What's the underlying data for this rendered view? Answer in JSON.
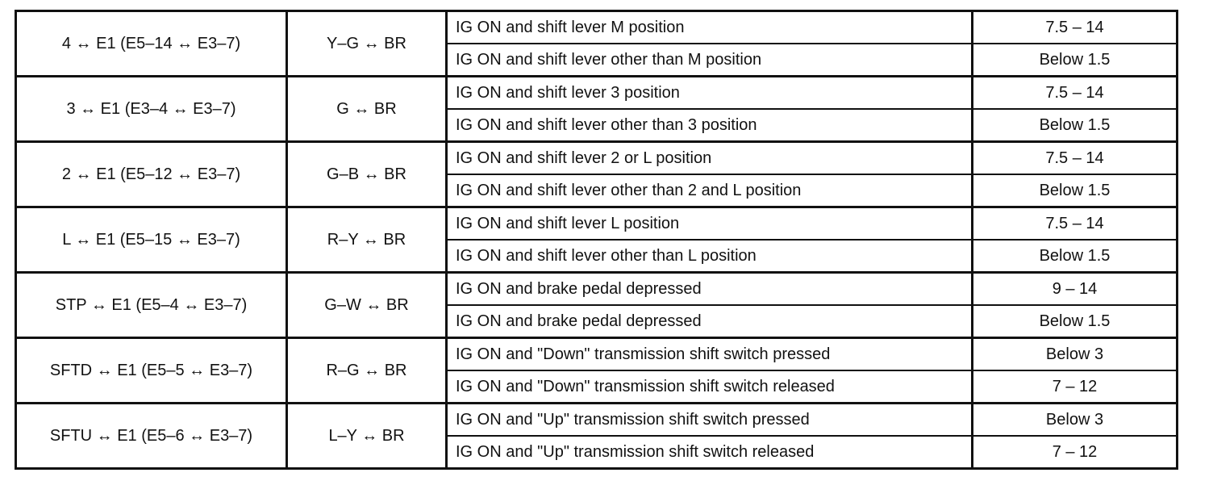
{
  "table": {
    "groups": [
      {
        "terminal": "4 ↔ E1 (E5–14 ↔ E3–7)",
        "wire": "Y–G ↔ BR",
        "rows": [
          {
            "condition": "IG ON and shift lever M position",
            "value": "7.5 – 14"
          },
          {
            "condition": "IG ON and shift lever other than M position",
            "value": "Below 1.5"
          }
        ]
      },
      {
        "terminal": "3 ↔ E1 (E3–4 ↔ E3–7)",
        "wire": "G ↔ BR",
        "rows": [
          {
            "condition": "IG ON and shift lever 3 position",
            "value": "7.5 – 14"
          },
          {
            "condition": "IG ON and shift lever other than 3 position",
            "value": "Below 1.5"
          }
        ]
      },
      {
        "terminal": "2 ↔ E1 (E5–12 ↔ E3–7)",
        "wire": "G–B ↔ BR",
        "rows": [
          {
            "condition": "IG ON and shift lever 2 or L position",
            "value": "7.5 – 14"
          },
          {
            "condition": "IG ON and shift lever other than 2 and L position",
            "value": "Below 1.5"
          }
        ]
      },
      {
        "terminal": "L ↔ E1 (E5–15 ↔ E3–7)",
        "wire": "R–Y ↔ BR",
        "rows": [
          {
            "condition": "IG ON and shift lever L position",
            "value": "7.5 – 14"
          },
          {
            "condition": "IG ON and shift lever other than L position",
            "value": "Below 1.5"
          }
        ]
      },
      {
        "terminal": "STP ↔ E1 (E5–4 ↔ E3–7)",
        "wire": "G–W ↔ BR",
        "rows": [
          {
            "condition": "IG ON and brake pedal depressed",
            "value": "9 – 14"
          },
          {
            "condition": "IG ON and brake pedal depressed",
            "value": "Below 1.5"
          }
        ]
      },
      {
        "terminal": "SFTD ↔ E1 (E5–5 ↔ E3–7)",
        "wire": "R–G ↔ BR",
        "rows": [
          {
            "condition": "IG ON and \"Down\" transmission shift switch pressed",
            "value": "Below 3"
          },
          {
            "condition": "IG ON and \"Down\" transmission shift switch released",
            "value": "7 – 12"
          }
        ]
      },
      {
        "terminal": "SFTU ↔ E1 (E5–6 ↔ E3–7)",
        "wire": "L–Y ↔ BR",
        "rows": [
          {
            "condition": "IG ON and \"Up\" transmission shift switch pressed",
            "value": "Below 3"
          },
          {
            "condition": "IG ON and \"Up\" transmission shift switch released",
            "value": "7 – 12"
          }
        ]
      }
    ]
  }
}
